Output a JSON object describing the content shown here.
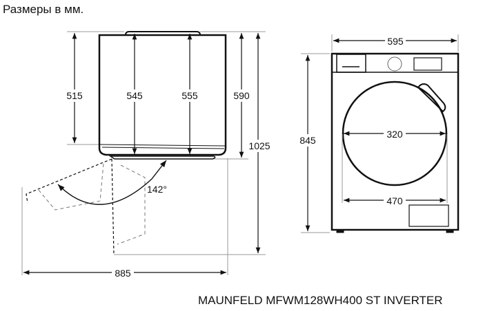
{
  "header": {
    "title": "Размеры в мм."
  },
  "footer": {
    "model": "MAUNFELD MFWM128WH400 ST INVERTER"
  },
  "top_view": {
    "dims": {
      "d515": "515",
      "d545": "545",
      "d555": "555",
      "d590": "590",
      "d1025": "1025",
      "d885": "885",
      "angle": "142°"
    }
  },
  "front_view": {
    "dims": {
      "width": "595",
      "height": "845",
      "door": "320",
      "inner": "470"
    }
  }
}
